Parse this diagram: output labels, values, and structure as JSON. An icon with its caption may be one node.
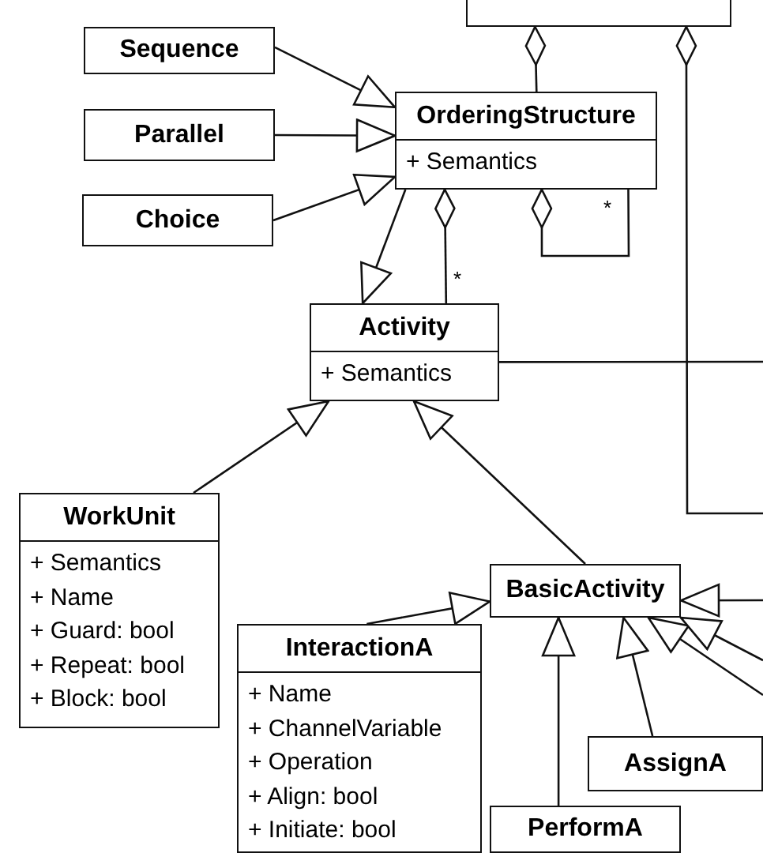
{
  "diagram": {
    "nodes": [
      {
        "text": [
          "Sequence"
        ]
      },
      {
        "text": [
          "Parallel"
        ]
      },
      {
        "text": [
          "Choice"
        ]
      },
      {
        "text": [
          "OrderingStructure",
          "+ Semantics"
        ]
      },
      {
        "text": [
          "Activity",
          "+ Semantics"
        ]
      },
      {
        "text": [
          "WorkUnit",
          "+ Semantics",
          "+ Name",
          "+ Guard: bool",
          "+ Repeat: bool",
          "+ Block: bool"
        ]
      },
      {
        "text": [
          "InteractionA",
          "+ Name",
          "+ ChannelVariable",
          "+ Operation",
          "+ Align: bool",
          "+ Initiate: bool"
        ]
      },
      {
        "text": [
          "BasicActivity"
        ]
      },
      {
        "text": [
          "AssignA"
        ]
      },
      {
        "text": [
          "PerformA"
        ]
      },
      {
        "text": [],
        "shape": "box"
      }
    ],
    "edges": [
      {
        "from": 0,
        "to": 3,
        "arrow": "to"
      },
      {
        "from": 1,
        "to": 3,
        "arrow": "to"
      },
      {
        "from": 2,
        "to": 3,
        "arrow": "to"
      },
      {
        "from": 3,
        "to": 4,
        "arrow": "to"
      },
      {
        "from": 4,
        "to": 3,
        "arrow": "other",
        "label": "*"
      },
      {
        "from": 3,
        "to": 3,
        "arrow": "other",
        "label": "*"
      },
      {
        "from": 3,
        "to": 10,
        "arrow": "other"
      },
      {
        "from": null,
        "to": 10,
        "arrow": "other"
      },
      {
        "from": 4,
        "to": null,
        "arrow": "none"
      },
      {
        "from": 5,
        "to": 4,
        "arrow": "to"
      },
      {
        "from": 7,
        "to": 4,
        "arrow": "to"
      },
      {
        "from": 6,
        "to": 7,
        "arrow": "to"
      },
      {
        "from": 9,
        "to": 7,
        "arrow": "to"
      },
      {
        "from": 8,
        "to": 7,
        "arrow": "to"
      },
      {
        "from": null,
        "to": 7,
        "arrow": "to"
      },
      {
        "from": null,
        "to": 7,
        "arrow": "to"
      },
      {
        "from": null,
        "to": 7,
        "arrow": "to"
      }
    ]
  }
}
